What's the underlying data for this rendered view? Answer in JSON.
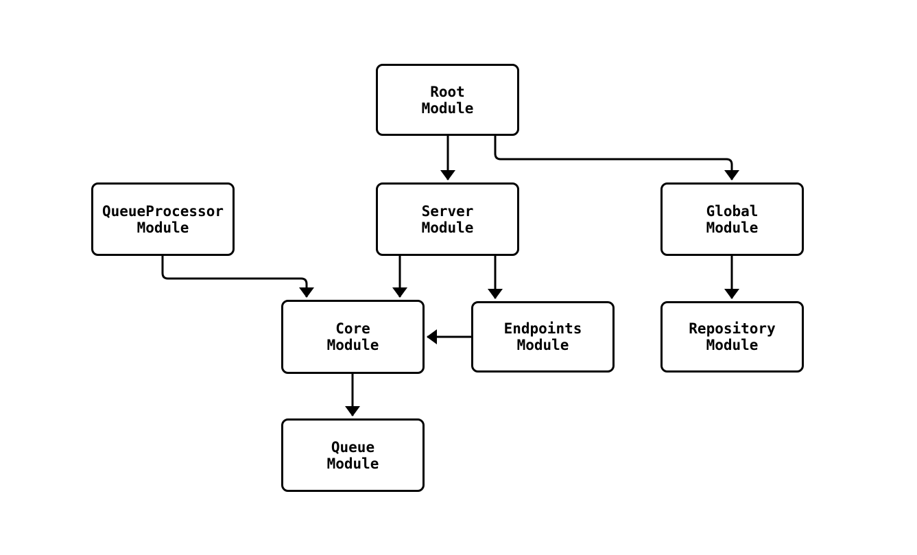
{
  "diagram": {
    "type": "module-dependency-flowchart",
    "background_color": "#ffffff",
    "stroke_color": "#000000",
    "text_color": "#000000",
    "nodes": {
      "root": {
        "label": "Root\nModule"
      },
      "queueprocessor": {
        "label": "QueueProcessor\nModule"
      },
      "server": {
        "label": "Server\nModule"
      },
      "global": {
        "label": "Global\nModule"
      },
      "core": {
        "label": "Core\nModule"
      },
      "endpoints": {
        "label": "Endpoints\nModule"
      },
      "repository": {
        "label": "Repository\nModule"
      },
      "queue": {
        "label": "Queue\nModule"
      }
    },
    "edges": [
      {
        "from": "Root Module",
        "to": "Server Module"
      },
      {
        "from": "Root Module",
        "to": "Global Module"
      },
      {
        "from": "QueueProcessor Module",
        "to": "Core Module"
      },
      {
        "from": "Server Module",
        "to": "Core Module"
      },
      {
        "from": "Server Module",
        "to": "Endpoints Module"
      },
      {
        "from": "Endpoints Module",
        "to": "Core Module"
      },
      {
        "from": "Global Module",
        "to": "Repository Module"
      },
      {
        "from": "Core Module",
        "to": "Queue Module"
      }
    ]
  }
}
